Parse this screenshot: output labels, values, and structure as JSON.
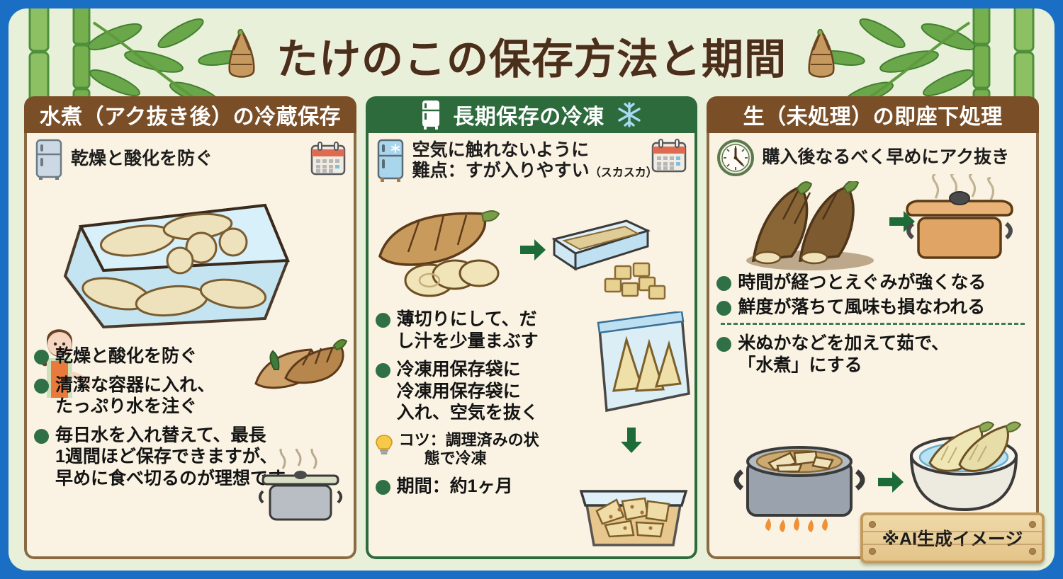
{
  "poster": {
    "title": "たけのこの保存方法と期間",
    "frame_color": "#1a6fc4",
    "background_color": "#e9f0d9",
    "panel_color": "#faf3e3",
    "brown_header_color": "#7a4f28",
    "green_header_color": "#2d6b3c",
    "bullet_color": "#2f7046"
  },
  "ai_sign": {
    "label": "※AI生成イメージ"
  },
  "columns": [
    {
      "header": "水煮（アク抜き後）の冷蔵保存",
      "header_style": "brown",
      "header_icons": [],
      "subhead": {
        "icon_left": "refrigerator-icon",
        "icon_right": "calendar-icon",
        "line1": "乾燥と酸化を防ぐ",
        "line2": ""
      },
      "bullets": [
        {
          "marker": "dot",
          "lines": [
            "乾燥と酸化を防ぐ"
          ]
        },
        {
          "marker": "dot",
          "lines": [
            "清潔な容器に入れ、",
            "たっぷり水を注ぐ"
          ]
        },
        {
          "marker": "dot",
          "lines": [
            "毎日水を入れ替えて、最長",
            "1週間ほど保存できますが、",
            "早めに食べ切るのが理想です。"
          ]
        }
      ],
      "illustrations": [
        "water-container-with-bamboo-shoots",
        "woman-presenting",
        "raw-bamboo-shoots",
        "steaming-pot"
      ]
    },
    {
      "header": "長期保存の冷凍",
      "header_style": "green",
      "header_icons": [
        "refrigerator-icon",
        "snowflake-icon"
      ],
      "subhead": {
        "icon_left": "freezer-icon",
        "icon_right": "calendar-icon",
        "line1": "空気に触れないように",
        "line2": "難点：すが入りやすい",
        "line2_small": "（スカスカ）"
      },
      "bullets": [
        {
          "marker": "dot",
          "lines": [
            "薄切りにして、だ",
            "し汁を少量まぶす"
          ]
        },
        {
          "marker": "dot",
          "lines": [
            "冷凍用保存袋に",
            "冷凍用保存袋に",
            "入れ、空気を抜く"
          ]
        },
        {
          "marker": "bulb",
          "lines": [
            "コツ：調理済みの状",
            "態で冷凍"
          ]
        },
        {
          "marker": "dot",
          "lines": [
            "期間：約1ヶ月"
          ]
        }
      ],
      "illustrations": [
        "bamboo-shoot-and-slices",
        "wrapped-frozen-block",
        "frozen-cubes",
        "freezer-bag-with-slices",
        "cooked-dish-container",
        "arrow-right",
        "arrow-down"
      ]
    },
    {
      "header": "生（未処理）の即座下処理",
      "header_style": "brown",
      "header_icons": [],
      "subhead": {
        "icon_left": "clock-icon",
        "icon_right": "",
        "line1": "購入後なるべく早めにアク抜き",
        "line2": ""
      },
      "bullets": [
        {
          "marker": "dot",
          "lines": [
            "時間が経つとえぐみが強くなる"
          ]
        },
        {
          "marker": "dot",
          "lines": [
            "鮮度が落ちて風味も損なわれる"
          ]
        },
        {
          "marker": "divider",
          "lines": []
        },
        {
          "marker": "dot",
          "lines": [
            "米ぬかなどを加えて茹で、",
            "「水煮」にする"
          ]
        }
      ],
      "illustrations": [
        "raw-bamboo-shoots-in-soil",
        "steaming-pot",
        "boiling-pot-with-rice-bran",
        "bowl-with-boiled-shoots",
        "arrow-right"
      ]
    }
  ]
}
